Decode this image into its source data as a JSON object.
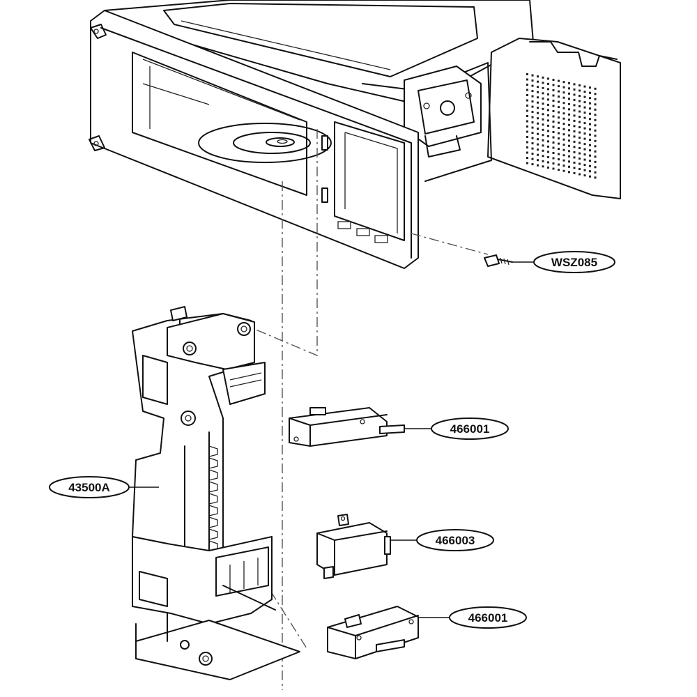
{
  "callouts": [
    {
      "id": "wsz085",
      "label": "WSZ085"
    },
    {
      "id": "466001_top",
      "label": "466001"
    },
    {
      "id": "43500a",
      "label": "43500A"
    },
    {
      "id": "466003",
      "label": "466003"
    },
    {
      "id": "466001_bottom",
      "label": "466001"
    }
  ]
}
